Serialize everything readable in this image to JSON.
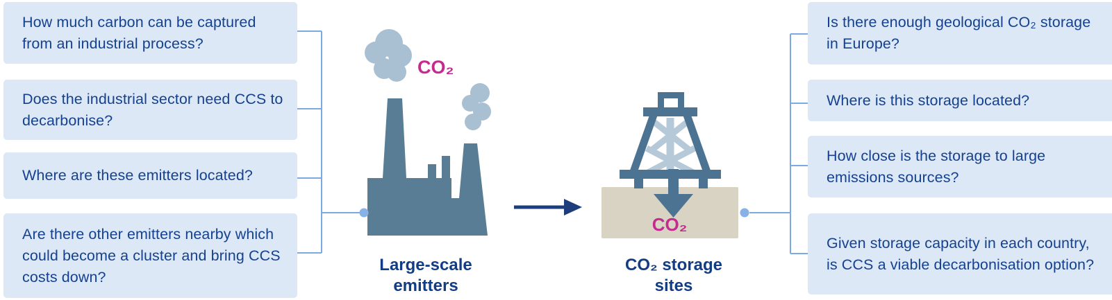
{
  "left_questions": [
    {
      "text": "How much carbon can be captured from an industrial process?"
    },
    {
      "text": "Does the industrial sector need CCS to decarbonise?"
    },
    {
      "text": "Where are these emitters located?"
    },
    {
      "text": "Are there other emitters nearby which could become a cluster and bring CCS costs down?"
    }
  ],
  "right_questions": [
    {
      "text": "Is there enough geological CO₂ storage in Europe?"
    },
    {
      "text": "Where is this storage located?"
    },
    {
      "text": "How close is the storage to large emissions sources?"
    },
    {
      "text": "Given storage capacity in each country, is CCS a viable decarbonisation option?"
    }
  ],
  "emitters": {
    "co2_label": "CO₂",
    "caption_line1": "Large-scale",
    "caption_line2": "emitters"
  },
  "storage": {
    "co2_label": "CO₂",
    "caption_line1": "CO₂ storage",
    "caption_line2": "sites"
  },
  "colors": {
    "card_background": "#dce8f6",
    "question_text": "#15418f",
    "caption_text": "#123d85",
    "connector_blue": "#7da9e2",
    "connector_dot": "#88b1e8",
    "factory_fill": "#5a7d96",
    "smoke_fill": "#a9bfd2",
    "rig_fill": "#4c7392",
    "rig_lattice": "#b6c9d9",
    "ground_fill": "#d8d3c2",
    "co2_magenta": "#c6298f",
    "flow_arrow_navy": "#1d3d7d"
  }
}
